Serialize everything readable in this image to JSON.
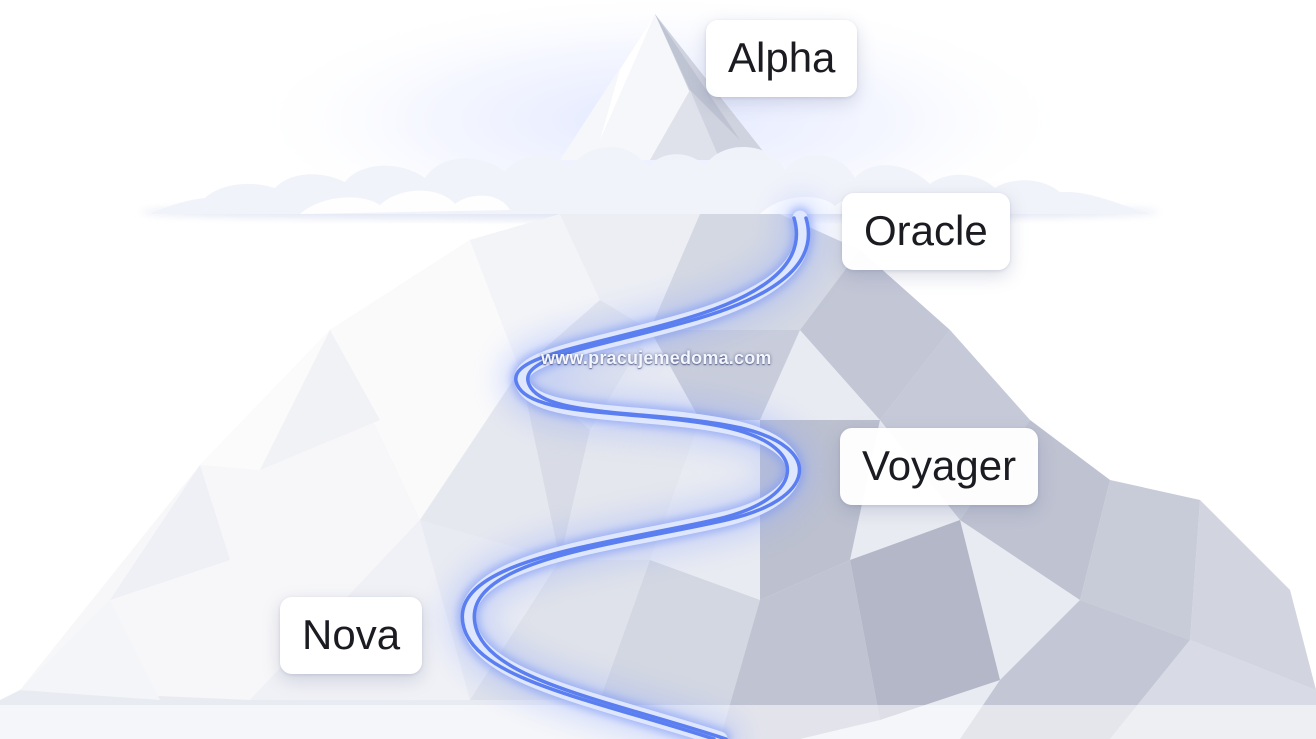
{
  "diagram": {
    "stages": [
      {
        "name": "Alpha"
      },
      {
        "name": "Oracle"
      },
      {
        "name": "Voyager"
      },
      {
        "name": "Nova"
      }
    ],
    "watermark": "www.pracujemedoma.com"
  },
  "colors": {
    "background": "#ffffff",
    "path_glow": "#7f9cff",
    "path_core": "#4f74f0",
    "cloud": "#eef1fb",
    "mountain_light": "#f2f3f8",
    "mountain_shadow": "#b4b8c8"
  }
}
